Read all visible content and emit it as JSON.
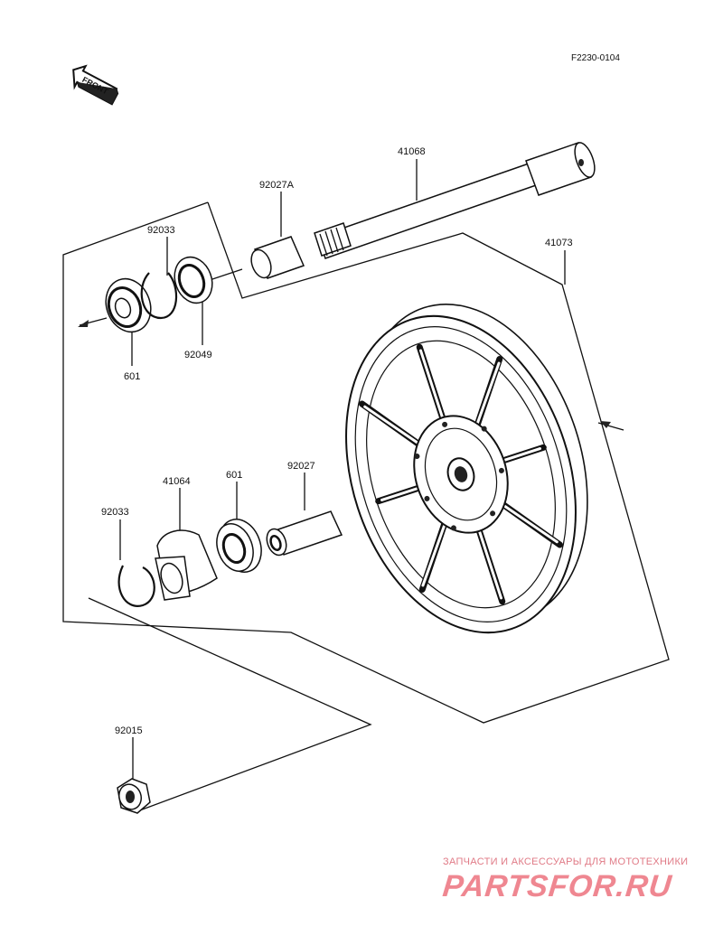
{
  "figure_code": "F2230-0104",
  "direction_tag": "FRONT",
  "parts": {
    "axle": "41068",
    "wheel": "41073",
    "collar_a": "92027A",
    "circlip_upper": "92033",
    "oil_seal": "92049",
    "bearing_left": "601",
    "coupling": "41064",
    "bearing_right": "601",
    "collar_b": "92027",
    "circlip_lower": "92033",
    "axle_nut": "92015"
  },
  "watermark": {
    "tagline": "ЗАПЧАСТИ И АКСЕССУАРЫ ДЛЯ МОТОТЕХНИКИ",
    "brand": "PARTSFOR.RU",
    "color": "#ef8791"
  }
}
